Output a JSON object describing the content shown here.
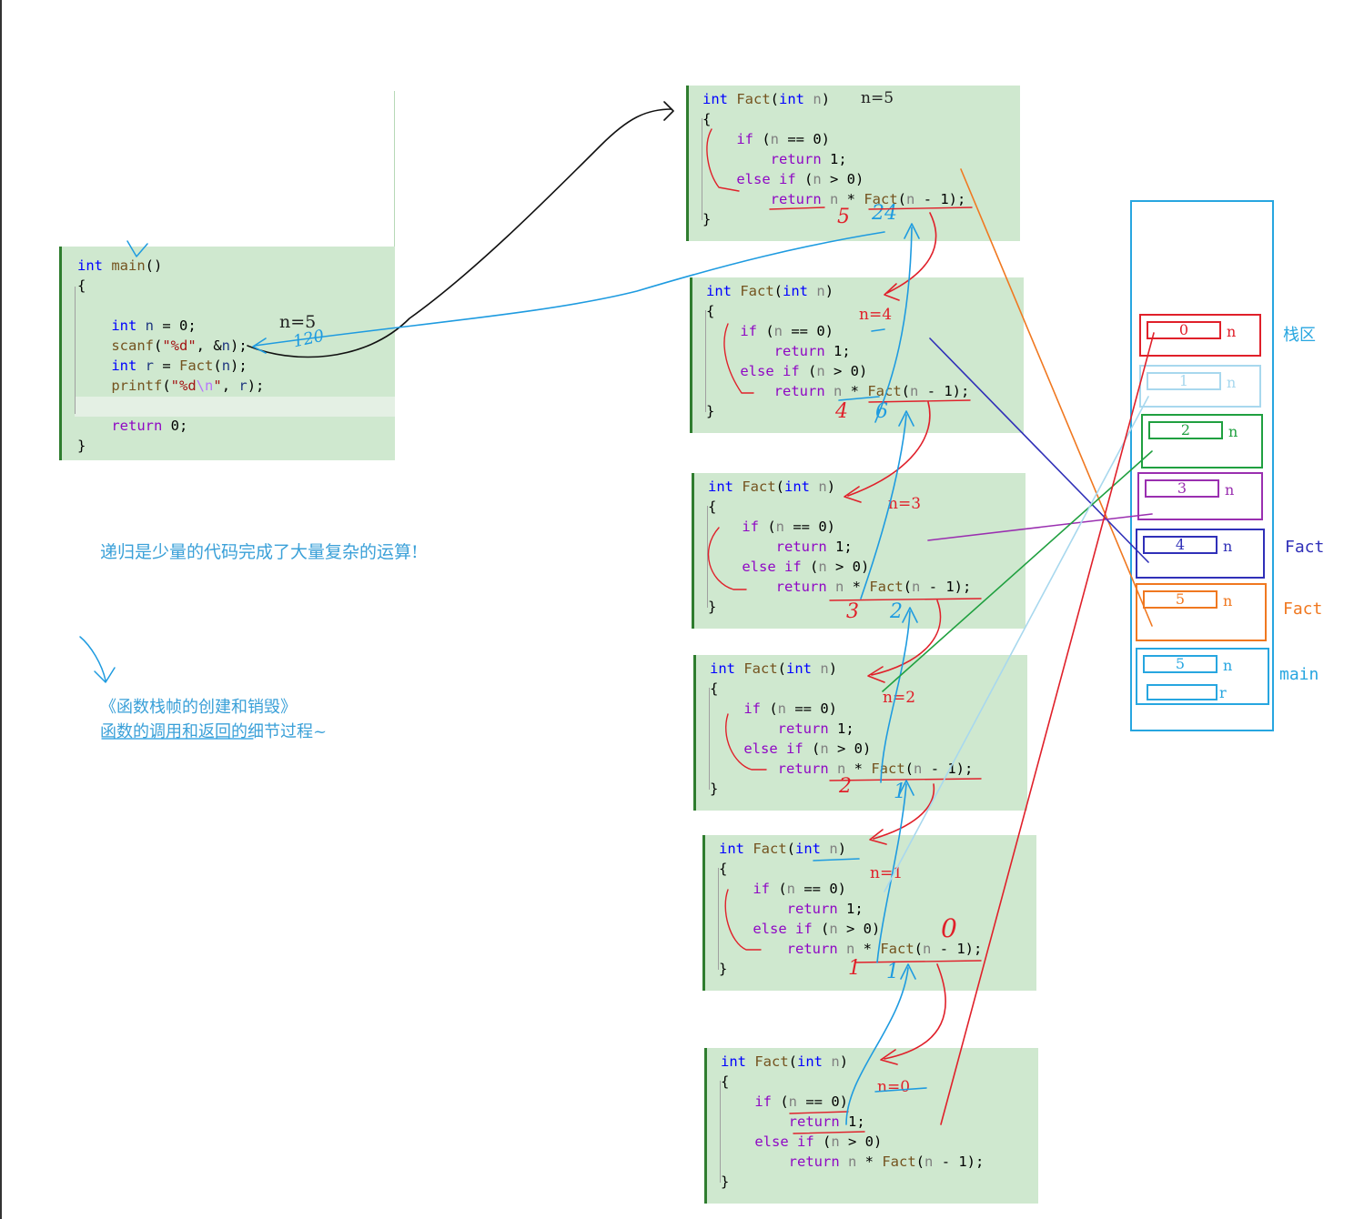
{
  "main_panel": {
    "lines": [
      [
        {
          "c": "kw",
          "t": "int"
        },
        {
          "c": "",
          "t": " "
        },
        {
          "c": "fn",
          "t": "main"
        },
        {
          "c": "",
          "t": "()"
        }
      ],
      [
        {
          "c": "",
          "t": "{"
        }
      ],
      [],
      [
        {
          "c": "",
          "t": "    "
        },
        {
          "c": "kw",
          "t": "int"
        },
        {
          "c": "",
          "t": " "
        },
        {
          "c": "var",
          "t": "n"
        },
        {
          "c": "",
          "t": " = 0;"
        }
      ],
      [
        {
          "c": "",
          "t": "    "
        },
        {
          "c": "fn",
          "t": "scanf"
        },
        {
          "c": "",
          "t": "("
        },
        {
          "c": "str",
          "t": "\"%d\""
        },
        {
          "c": "",
          "t": ", &"
        },
        {
          "c": "var",
          "t": "n"
        },
        {
          "c": "",
          "t": ");"
        }
      ],
      [
        {
          "c": "",
          "t": "    "
        },
        {
          "c": "kw",
          "t": "int"
        },
        {
          "c": "",
          "t": " "
        },
        {
          "c": "var",
          "t": "r"
        },
        {
          "c": "",
          "t": " = "
        },
        {
          "c": "fn",
          "t": "Fact"
        },
        {
          "c": "",
          "t": "("
        },
        {
          "c": "var",
          "t": "n"
        },
        {
          "c": "",
          "t": ");"
        }
      ],
      [
        {
          "c": "",
          "t": "    "
        },
        {
          "c": "fn",
          "t": "printf"
        },
        {
          "c": "",
          "t": "("
        },
        {
          "c": "str",
          "t": "\"%d"
        },
        {
          "c": "esc",
          "t": "\\n"
        },
        {
          "c": "str",
          "t": "\""
        },
        {
          "c": "",
          "t": ", "
        },
        {
          "c": "var",
          "t": "r"
        },
        {
          "c": "",
          "t": ");"
        }
      ],
      [],
      [
        {
          "c": "",
          "t": "    "
        },
        {
          "c": "ctl",
          "t": "return"
        },
        {
          "c": "",
          "t": " 0;"
        }
      ],
      [
        {
          "c": "",
          "t": "}"
        }
      ]
    ]
  },
  "fact_code": [
    [
      {
        "c": "kw",
        "t": "int"
      },
      {
        "c": "",
        "t": " "
      },
      {
        "c": "fn",
        "t": "Fact"
      },
      {
        "c": "",
        "t": "("
      },
      {
        "c": "kw",
        "t": "int"
      },
      {
        "c": "",
        "t": " "
      },
      {
        "c": "param",
        "t": "n"
      },
      {
        "c": "",
        "t": ")"
      }
    ],
    [
      {
        "c": "",
        "t": "{"
      }
    ],
    [
      {
        "c": "",
        "t": "    "
      },
      {
        "c": "ctl",
        "t": "if"
      },
      {
        "c": "",
        "t": " ("
      },
      {
        "c": "param",
        "t": "n"
      },
      {
        "c": "",
        "t": " == 0)"
      }
    ],
    [
      {
        "c": "",
        "t": "        "
      },
      {
        "c": "ctl",
        "t": "return"
      },
      {
        "c": "",
        "t": " 1;"
      }
    ],
    [
      {
        "c": "",
        "t": "    "
      },
      {
        "c": "ctl",
        "t": "else"
      },
      {
        "c": "",
        "t": " "
      },
      {
        "c": "ctl",
        "t": "if"
      },
      {
        "c": "",
        "t": " ("
      },
      {
        "c": "param",
        "t": "n"
      },
      {
        "c": "",
        "t": " > 0)"
      }
    ],
    [
      {
        "c": "",
        "t": "        "
      },
      {
        "c": "ctl",
        "t": "return"
      },
      {
        "c": "",
        "t": " "
      },
      {
        "c": "param",
        "t": "n"
      },
      {
        "c": "",
        "t": " * "
      },
      {
        "c": "fn",
        "t": "Fact"
      },
      {
        "c": "",
        "t": "("
      },
      {
        "c": "param",
        "t": "n"
      },
      {
        "c": "",
        "t": " - 1);"
      }
    ],
    [
      {
        "c": "",
        "t": "}"
      }
    ]
  ],
  "annotations": {
    "main_n": "n=5",
    "main_result": "120",
    "frame_labels": [
      "n=5",
      "n=4",
      "n=3",
      "n=2",
      "n=1",
      "n=0"
    ],
    "frame_values": [
      "5",
      "4",
      "3",
      "2",
      "1",
      "0"
    ],
    "frame_results": [
      "24",
      "6",
      "2",
      "1",
      "1"
    ],
    "note_recursion": "递归是少量的代码完成了大量复杂的运算!",
    "note_book": "《函数栈帧的创建和销毁》",
    "note_detail": "函数的调用和返回的细节过程~"
  },
  "stack": {
    "title": "栈区",
    "frames": [
      {
        "value": "0",
        "var": "n",
        "color": "#e0202a"
      },
      {
        "value": "1",
        "var": "n",
        "color": "#a8d8ee"
      },
      {
        "value": "2",
        "var": "n",
        "color": "#20a040"
      },
      {
        "value": "3",
        "var": "n",
        "color": "#9a2fb0"
      },
      {
        "value": "4",
        "var": "n",
        "color": "#3030b8"
      },
      {
        "value": "5",
        "var": "n",
        "color": "#f07820"
      },
      {
        "value": "5",
        "var": "n",
        "var2": "r",
        "color": "#27a6e0"
      }
    ],
    "labels": {
      "fact_blue": "Fact",
      "fact_orange": "Fact",
      "main": "main"
    }
  },
  "colors": {
    "panel_bg": "#cfe8cf",
    "annotation_red": "#e0202a",
    "annotation_blue": "#1e9be0"
  }
}
